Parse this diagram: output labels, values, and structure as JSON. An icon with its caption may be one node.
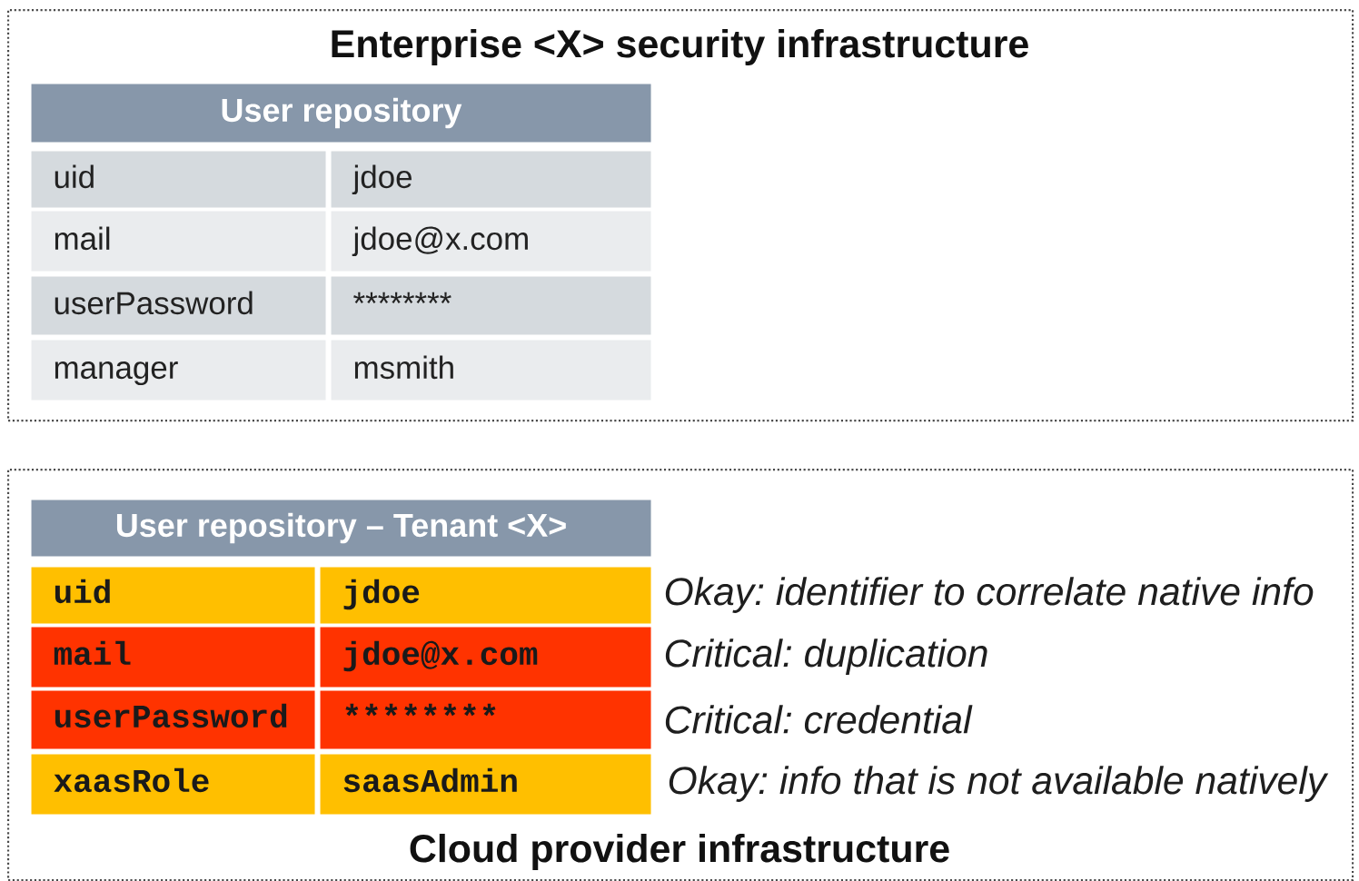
{
  "diagram": {
    "nodes": [
      {
        "text": [
          "Enterprise <X> security infrastructure"
        ]
      },
      {
        "text": [
          "User repository"
        ],
        "in": 0
      },
      {
        "text": [
          "uid"
        ],
        "in": 0
      },
      {
        "text": [
          "jdoe"
        ],
        "in": 0
      },
      {
        "text": [
          "mail"
        ],
        "in": 0
      },
      {
        "text": [
          "jdoe@x.com"
        ],
        "in": 0
      },
      {
        "text": [
          "userPassword"
        ],
        "in": 0
      },
      {
        "text": [
          "********"
        ],
        "in": 0
      },
      {
        "text": [
          "manager"
        ],
        "in": 0
      },
      {
        "text": [
          "msmith"
        ],
        "in": 0
      },
      {
        "text": [
          "Cloud provider infrastructure"
        ]
      },
      {
        "text": [
          "User repository – Tenant <X>"
        ],
        "in": 10
      },
      {
        "text": [
          "uid"
        ],
        "in": 10
      },
      {
        "text": [
          "jdoe"
        ],
        "in": 10,
        "beside": [
          "Okay: identifier to correlate native info"
        ]
      },
      {
        "text": [
          "mail"
        ],
        "in": 10
      },
      {
        "text": [
          "jdoe@x.com"
        ],
        "in": 10,
        "beside": [
          "Critical: duplication"
        ]
      },
      {
        "text": [
          "userPassword"
        ],
        "in": 10
      },
      {
        "text": [
          "********"
        ],
        "in": 10,
        "beside": [
          "Critical: credential"
        ]
      },
      {
        "text": [
          "xaasRole"
        ],
        "in": 10
      },
      {
        "text": [
          "saasAdmin"
        ],
        "in": 10,
        "beside": [
          "Okay: info that is not available natively"
        ]
      }
    ]
  }
}
